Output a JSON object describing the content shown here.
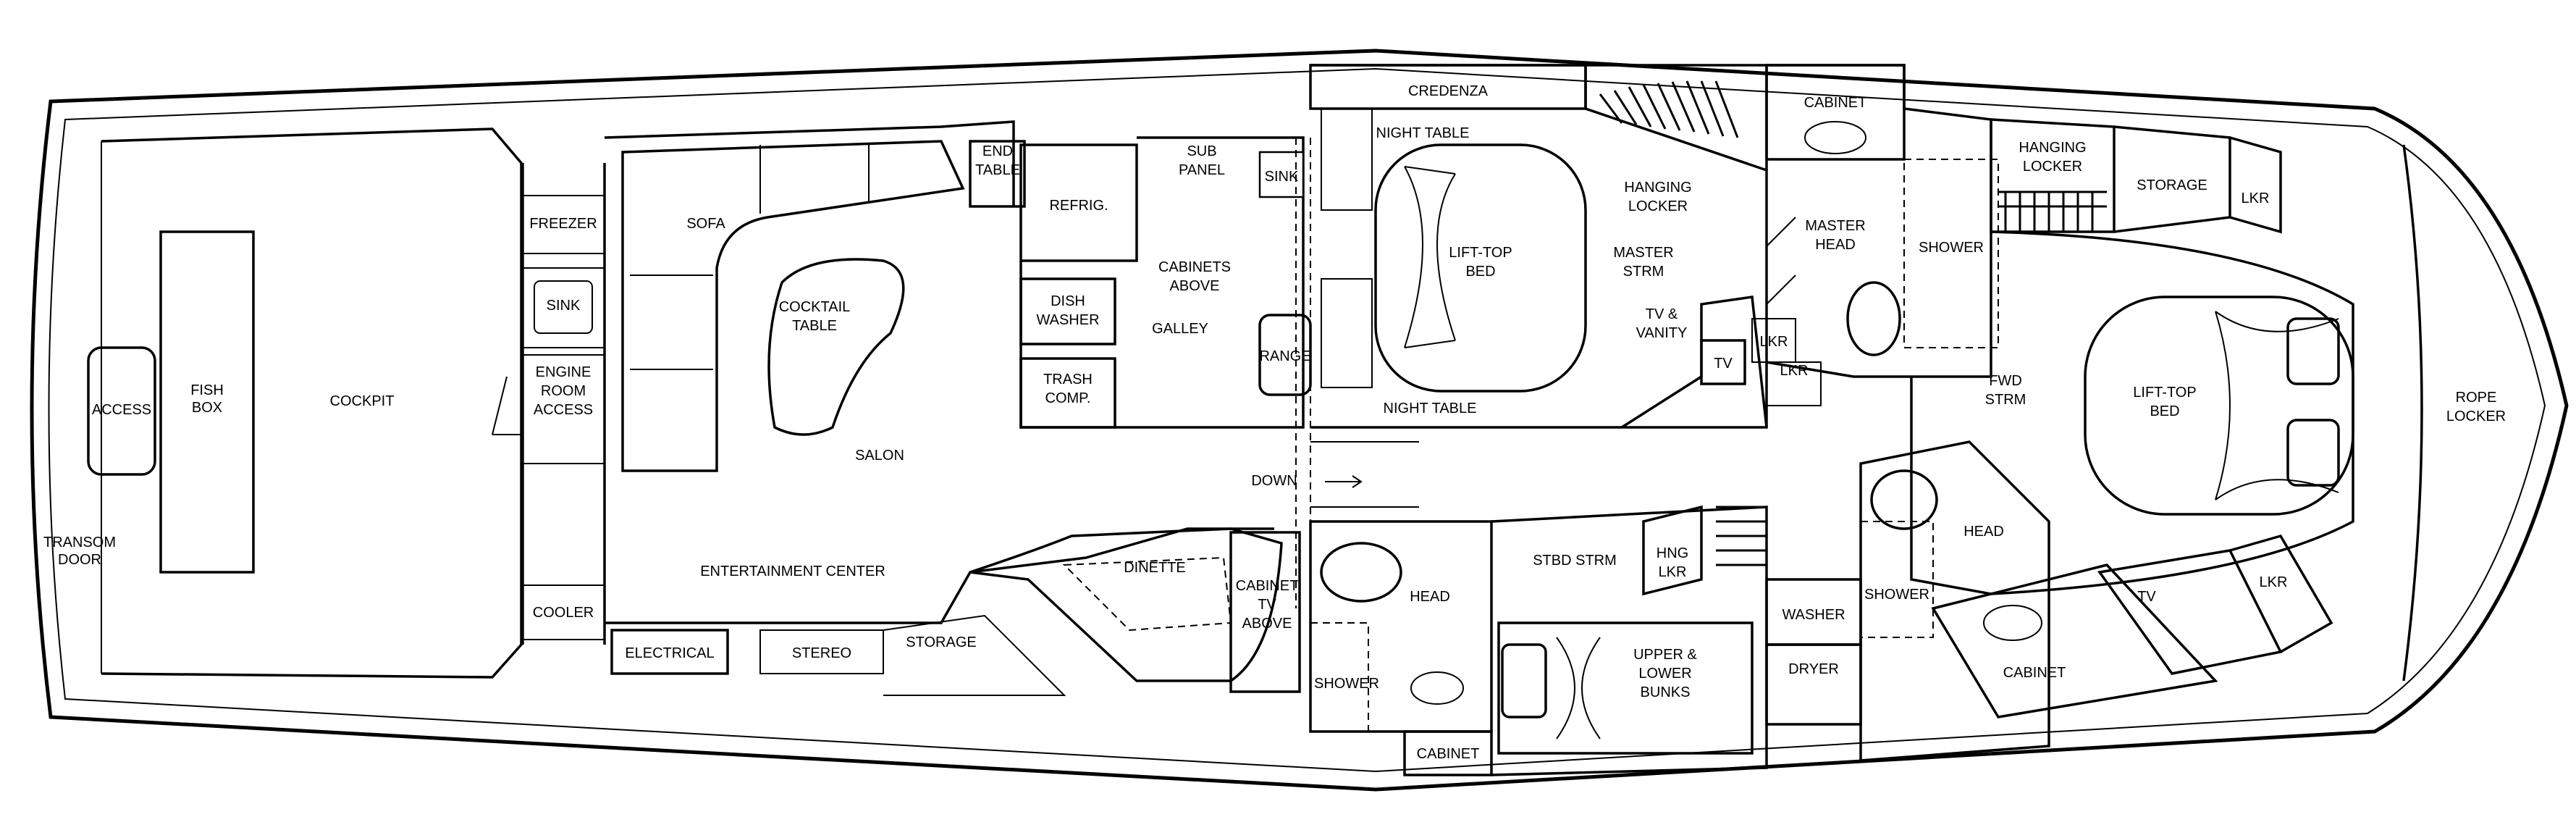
{
  "rooms": {
    "transom_door": [
      "TRANSOM",
      "DOOR"
    ],
    "access": "ACCESS",
    "fish_box": [
      "FISH",
      "BOX"
    ],
    "cockpit": "COCKPIT",
    "freezer": "FREEZER",
    "sink_aft": "SINK",
    "engine_room_access": [
      "ENGINE",
      "ROOM",
      "ACCESS"
    ],
    "cooler": "COOLER",
    "electrical": "ELECTRICAL",
    "stereo": "STEREO",
    "storage_salon": "STORAGE",
    "entertainment_center": "ENTERTAINMENT CENTER",
    "salon": "SALON",
    "sofa": "SOFA",
    "cocktail_table": [
      "COCKTAIL",
      "TABLE"
    ],
    "end_table": [
      "END",
      "TABLE"
    ],
    "refrig": "REFRIG.",
    "sub_panel": [
      "SUB",
      "PANEL"
    ],
    "cabinets_above": [
      "CABINETS",
      "ABOVE"
    ],
    "dish_washer": [
      "DISH",
      "WASHER"
    ],
    "trash_comp": [
      "TRASH",
      "COMP."
    ],
    "galley": "GALLEY",
    "sink_galley": "SINK",
    "range": "RANGE",
    "dinette": "DINETTE",
    "cabinet_tv_above": [
      "CABINET",
      "TV",
      "ABOVE"
    ],
    "down": "DOWN",
    "credenza": "CREDENZA",
    "night_table_top": "NIGHT TABLE",
    "night_table_bottom": "NIGHT TABLE",
    "lift_top_bed_master": [
      "LIFT-TOP",
      "BED"
    ],
    "hanging_locker_master": [
      "HANGING",
      "LOCKER"
    ],
    "master_strm": [
      "MASTER",
      "STRM"
    ],
    "tv_vanity": [
      "TV &",
      "VANITY"
    ],
    "tv_master": "TV",
    "lkr_master_1": "LKR",
    "lkr_master_2": "LKR",
    "cabinet_master_head": "CABINET",
    "master_head": [
      "MASTER",
      "HEAD"
    ],
    "shower_master": "SHOWER",
    "hanging_locker_fwd": [
      "HANGING",
      "LOCKER"
    ],
    "storage_fwd": "STORAGE",
    "lkr_fwd_top": "LKR",
    "fwd_strm": [
      "FWD",
      "STRM"
    ],
    "lift_top_bed_fwd": [
      "LIFT-TOP",
      "BED"
    ],
    "rope_locker": [
      "ROPE",
      "LOCKER"
    ],
    "head_center": "HEAD",
    "shower_center": "SHOWER",
    "cabinet_center": "CABINET",
    "stbd_strm": "STBD STRM",
    "hng_lkr": [
      "HNG",
      "LKR"
    ],
    "upper_lower_bunks": [
      "UPPER &",
      "LOWER",
      "BUNKS"
    ],
    "washer": "WASHER",
    "dryer": "DRYER",
    "shower_fwd": "SHOWER",
    "head_fwd": "HEAD",
    "cabinet_fwd": "CABINET",
    "tv_fwd": "TV",
    "lkr_fwd_bottom": "LKR"
  }
}
